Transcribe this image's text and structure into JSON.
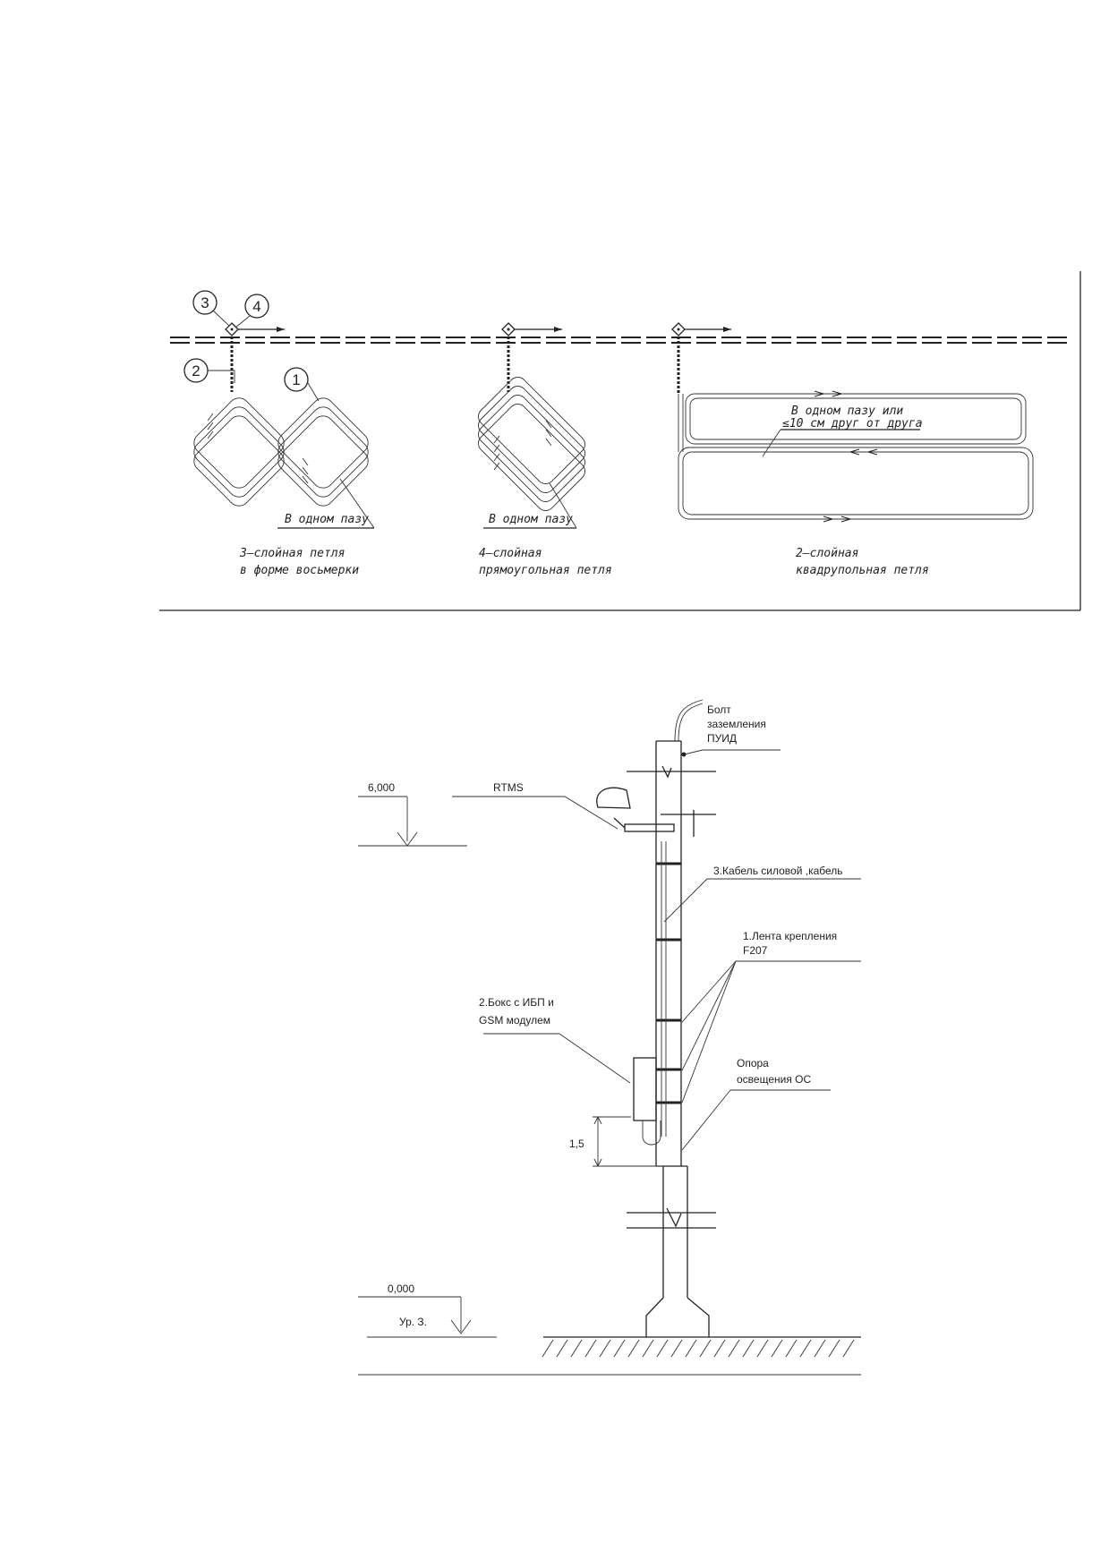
{
  "loop_diagram": {
    "callouts": {
      "c1": "1",
      "c2": "2",
      "c3": "3",
      "c4": "4"
    },
    "loops": [
      {
        "note": "В одном пазу",
        "caption_line1": "3–слойная петля",
        "caption_line2": "в форме восьмерки"
      },
      {
        "note": "В одном пазу",
        "caption_line1": "4–слойная",
        "caption_line2": "прямоугольная петля"
      },
      {
        "note_line1": "В одном пазу или",
        "note_line2": "≤10 см друг от друга",
        "caption_line1": "2–слойная",
        "caption_line2": "квадрупольная петля"
      }
    ]
  },
  "pole_diagram": {
    "level_top": "6,000",
    "level_bottom": "0,000",
    "level_bottom_label": "Ур. З.",
    "dim_height": "1,5",
    "rtms": "RTMS",
    "bolt_line1": "Болт",
    "bolt_line2": "заземления",
    "bolt_line3": "ПУИД",
    "cable": "3.Кабель силовой ,кабель",
    "band_line1": "1.Лента крепления",
    "band_line2": "F207",
    "box_line1": "2.Бокс с ИБП и",
    "box_line2": "GSM модулем",
    "pole_line1": "Опора",
    "pole_line2": "освещения ОС"
  }
}
